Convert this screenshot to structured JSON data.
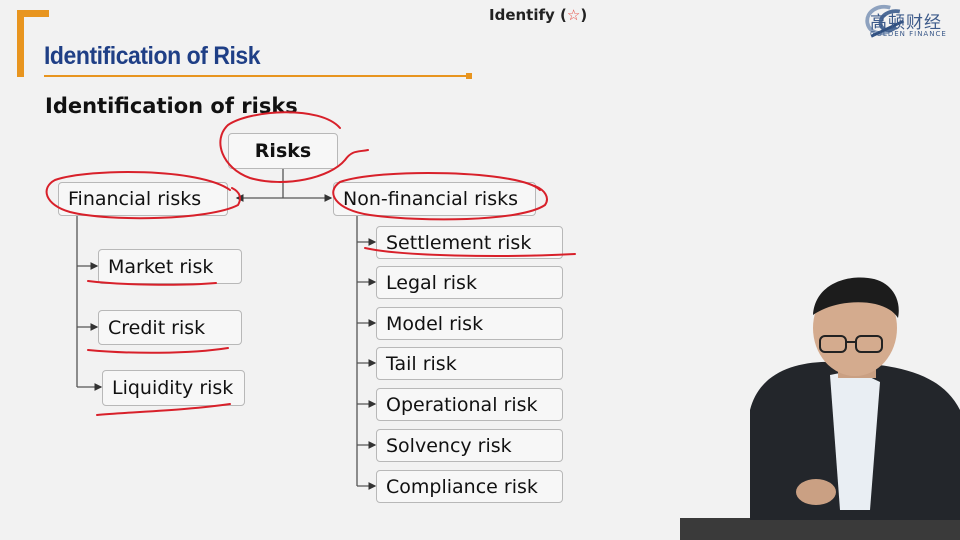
{
  "header": {
    "title": "Identification of Risk",
    "badge_text": "Identify (",
    "badge_star": "☆",
    "badge_close": ")"
  },
  "logo": {
    "name": "高顿财经",
    "subtitle": "GOLDEN FINANCE",
    "icon": "golden-finance-swirl-icon"
  },
  "slide": {
    "subtitle": "Identification of risks"
  },
  "diagram": {
    "root": "Risks",
    "financial": {
      "label": "Financial risks",
      "children": [
        "Market risk",
        "Credit risk",
        "Liquidity risk"
      ]
    },
    "non_financial": {
      "label": "Non-financial risks",
      "children": [
        "Settlement risk",
        "Legal risk",
        "Model  risk",
        "Tail  risk",
        "Operational risk",
        "Solvency risk",
        "Compliance risk"
      ]
    }
  },
  "colors": {
    "accent": "#e8951f",
    "title": "#1f3f86",
    "ink": "#d8202a",
    "box_border": "#b8b8b8"
  }
}
